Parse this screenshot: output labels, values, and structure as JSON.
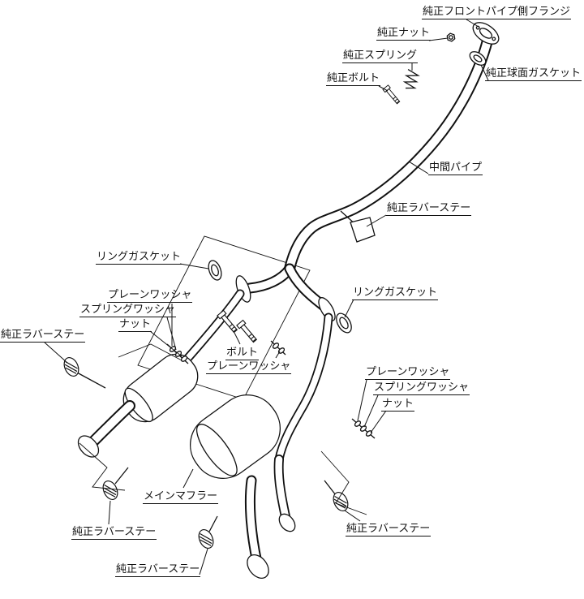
{
  "canvas": {
    "background": "#ffffff",
    "line_color": "#111111"
  },
  "labels": {
    "front_pipe_flange": "純正フロントパイプ側フランジ",
    "stock_nut": "純正ナット",
    "stock_spring": "純正スプリング",
    "stock_bolt": "純正ボルト",
    "spherical_gasket": "純正球面ガスケット",
    "mid_pipe": "中間パイプ",
    "rubber_stay_upper_right": "純正ラバーステー",
    "ring_gasket_left": "リングガスケット",
    "plain_washer_left": "プレーンワッシャ",
    "spring_washer_left": "スプリングワッシャ",
    "nut_left": "ナット",
    "ring_gasket_right": "リングガスケット",
    "rubber_stay_left": "純正ラバーステー",
    "bolt_center": "ボルト",
    "plain_washer_center": "プレーンワッシャ",
    "plain_washer_right": "プレーンワッシャ",
    "spring_washer_right": "スプリングワッシャ",
    "nut_right": "ナット",
    "main_muffler": "メインマフラー",
    "rubber_stay_bottom_left": "純正ラバーステー",
    "rubber_stay_bottom_right": "純正ラバーステー",
    "rubber_stay_bottom_center": "純正ラバーステー"
  }
}
